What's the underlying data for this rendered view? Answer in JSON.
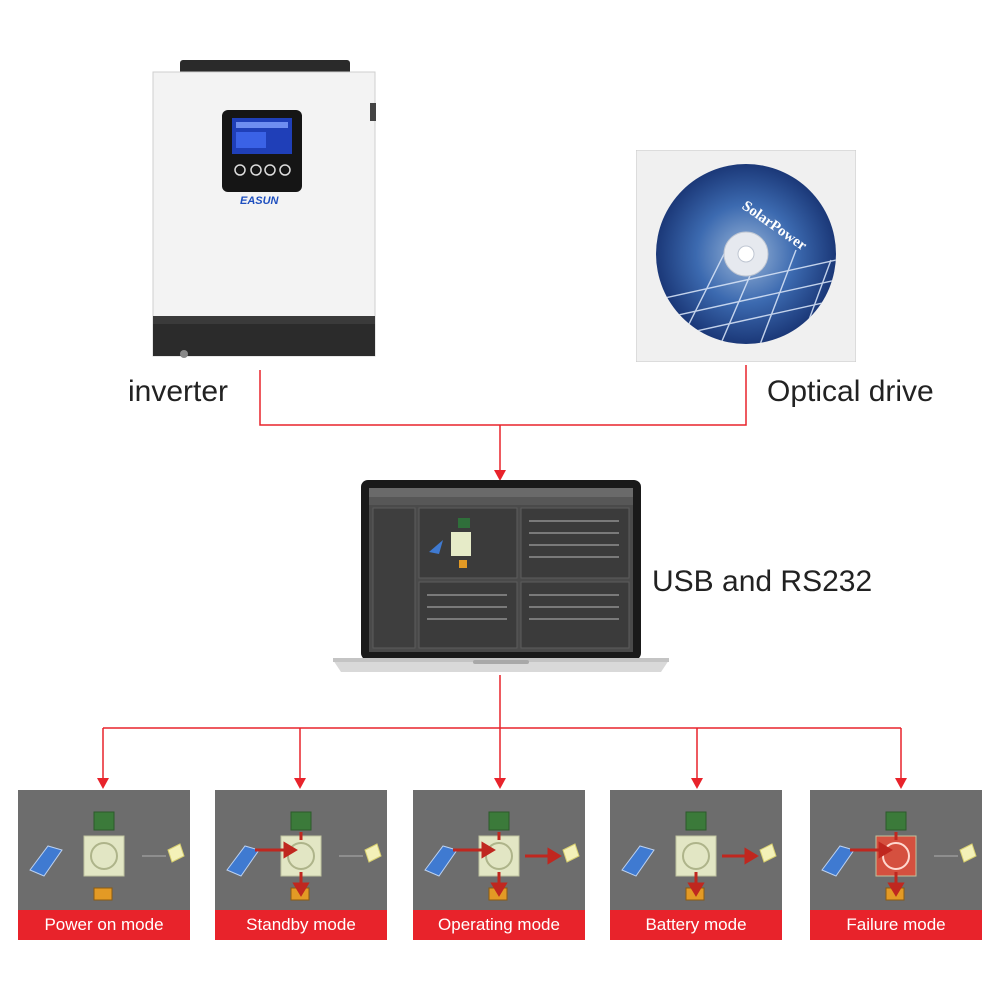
{
  "devices": {
    "inverter": {
      "label": "inverter",
      "brand": "EASUN"
    },
    "optical_drive": {
      "label": "Optical drive",
      "disc_text": "SolarPower"
    },
    "laptop": {
      "label": "USB and RS232"
    }
  },
  "modes": [
    {
      "label": "Power on mode",
      "state": "idle"
    },
    {
      "label": "Standby mode",
      "state": "standby"
    },
    {
      "label": "Operating mode",
      "state": "operating"
    },
    {
      "label": "Battery mode",
      "state": "battery"
    },
    {
      "label": "Failure mode",
      "state": "failure"
    }
  ],
  "colors": {
    "connector": "#e8232b",
    "mode_label_bg": "#e8232b",
    "screen_bg": "#6d6d6d",
    "inverter_body": "#f2f2f2",
    "inverter_base": "#2b2b2b"
  }
}
